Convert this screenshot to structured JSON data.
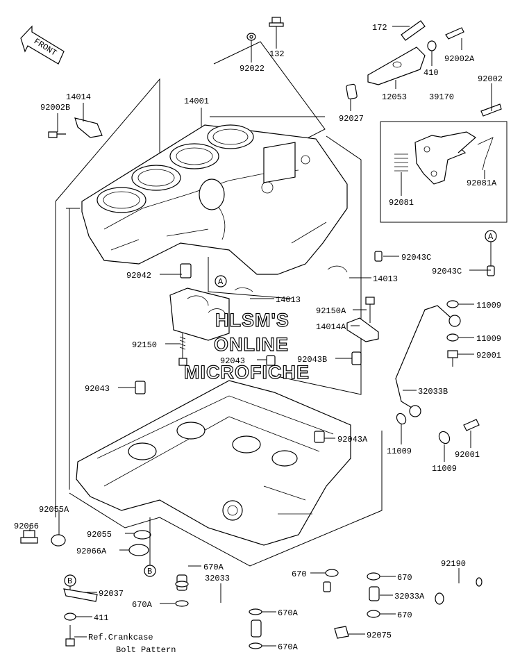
{
  "watermark": {
    "line1": "HLSM'S",
    "line2": "ONLINE",
    "line3": "MICROFICHE"
  },
  "front_label": "FRONT",
  "callouts": {
    "a": "A",
    "b": "B"
  },
  "labels": {
    "p172": "172",
    "p132": "132",
    "p92022": "92022",
    "p92002A_top": "92002A",
    "p410": "410",
    "p12053": "12053",
    "p92027": "92027",
    "p39170": "39170",
    "p92002": "92002",
    "p14014": "14014",
    "p92002B": "92002B",
    "p14001": "14001",
    "p92081": "92081",
    "p92081A": "92081A",
    "p92043C_1": "92043C",
    "p92043C_2": "92043C",
    "p92042": "92042",
    "p14013_1": "14013",
    "p14013_2": "14013",
    "p92150A": "92150A",
    "p14014A": "14014A",
    "p11009_1": "11009",
    "p11009_2": "11009",
    "p92001_1": "92001",
    "p92150": "92150",
    "p92043_1": "92043",
    "p92043B": "92043B",
    "p32033B": "32033B",
    "p92043_2": "92043",
    "p92043A": "92043A",
    "p11009_3": "11009",
    "p92001_2": "92001",
    "p11009_4": "11009",
    "p92055A": "92055A",
    "p92066": "92066",
    "p92055": "92055",
    "p92066A": "92066A",
    "p92190": "92190",
    "p670A_1": "670A",
    "p32033": "32033",
    "p670_1": "670",
    "p670_2": "670",
    "p32033A": "32033A",
    "p670A_2": "670A",
    "p670A_3": "670A",
    "p670_3": "670",
    "p92037": "92037",
    "p411": "411",
    "p670A_4": "670A",
    "p92075": "92075",
    "ref1": "Ref.Crankcase",
    "ref2": "Bolt Pattern"
  }
}
